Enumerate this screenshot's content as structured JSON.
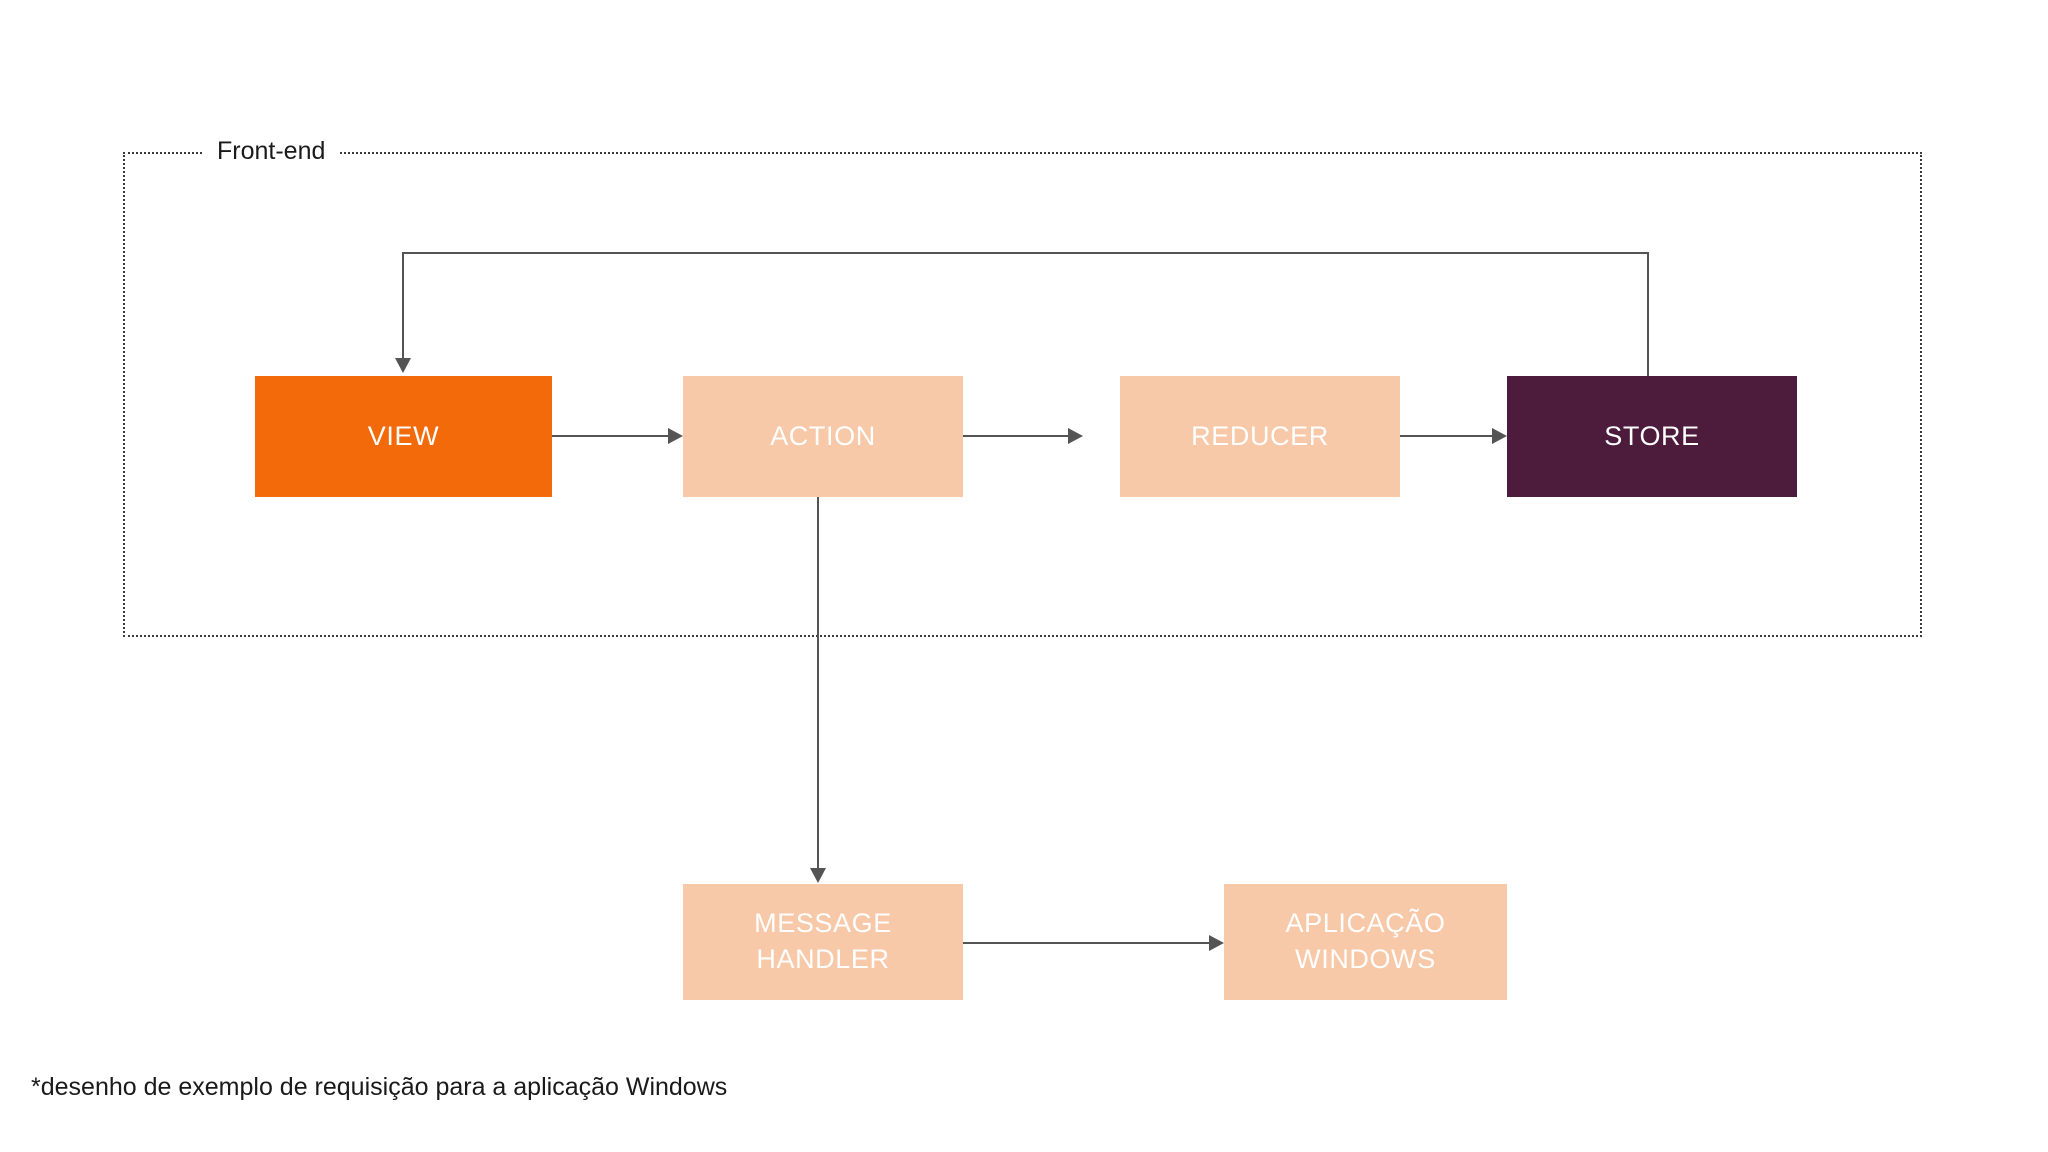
{
  "diagram": {
    "group": {
      "label": "Front-end",
      "border_style": "dotted",
      "border_color": "#3a3a3a"
    },
    "colors": {
      "view_fill": "#F26A0A",
      "light_fill": "#F8C9A8",
      "store_fill": "#4D1B3C",
      "node_text": "#FFFFFF",
      "connector": "#545454",
      "background": "#FFFFFF",
      "body_text": "#1A1A1A"
    },
    "nodes": [
      {
        "id": "view",
        "label": "VIEW",
        "fill": "#F26A0A",
        "group": "front-end"
      },
      {
        "id": "action",
        "label": "ACTION",
        "fill": "#F8C9A8",
        "group": "front-end"
      },
      {
        "id": "reducer",
        "label": "REDUCER",
        "fill": "#F8C9A8",
        "group": "front-end"
      },
      {
        "id": "store",
        "label": "STORE",
        "fill": "#4D1B3C",
        "group": "front-end"
      },
      {
        "id": "message",
        "label_line1": "MESSAGE",
        "label_line2": "HANDLER",
        "fill": "#F8C9A8",
        "group": "external"
      },
      {
        "id": "windows_app",
        "label_line1": "APLICAÇÃO",
        "label_line2": "WINDOWS",
        "fill": "#F8C9A8",
        "group": "external"
      }
    ],
    "edges": [
      {
        "from": "view",
        "to": "action",
        "style": "arrow"
      },
      {
        "from": "action",
        "to": "reducer",
        "style": "arrow"
      },
      {
        "from": "reducer",
        "to": "store",
        "style": "arrow"
      },
      {
        "from": "store",
        "to": "view",
        "style": "arrow-feedback-top"
      },
      {
        "from": "action",
        "to": "message",
        "style": "arrow-down"
      },
      {
        "from": "message",
        "to": "windows_app",
        "style": "arrow"
      }
    ]
  },
  "footnote": {
    "text": "*desenho de exemplo de requisição para a aplicação Windows"
  }
}
